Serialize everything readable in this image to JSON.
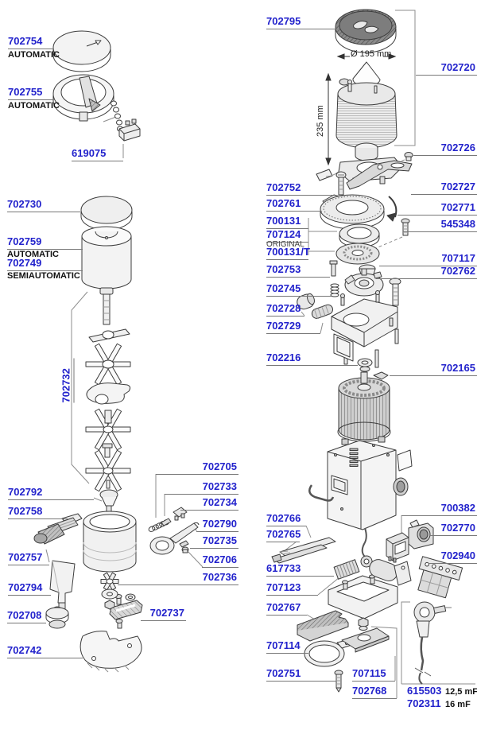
{
  "diagram": {
    "type": "exploded-parts-diagram",
    "subject": "coffee grinder spare parts"
  },
  "colors": {
    "label_blue": "#2222cc",
    "leader_gray": "#8c8c8c",
    "art_stroke": "#3c3c3c"
  },
  "dims": {
    "diameter": "Ø 195 mm",
    "height": "235 mm"
  },
  "labels": {
    "p702754": {
      "text": "702754",
      "note": "AUTOMATIC"
    },
    "p702755": {
      "text": "702755",
      "note": "AUTOMATIC"
    },
    "p619075": {
      "text": "619075"
    },
    "p702730": {
      "text": "702730"
    },
    "p702759": {
      "text": "702759",
      "note": "AUTOMATIC"
    },
    "p702749": {
      "text": "702749",
      "note": "SEMIAUTOMATIC"
    },
    "p702732": {
      "text": "702732"
    },
    "p702792": {
      "text": "702792"
    },
    "p702758": {
      "text": "702758"
    },
    "p702757": {
      "text": "702757"
    },
    "p702794": {
      "text": "702794"
    },
    "p702708": {
      "text": "702708"
    },
    "p702742": {
      "text": "702742"
    },
    "p702705": {
      "text": "702705"
    },
    "p702733": {
      "text": "702733"
    },
    "p702734": {
      "text": "702734"
    },
    "p702790": {
      "text": "702790"
    },
    "p702735": {
      "text": "702735"
    },
    "p702706": {
      "text": "702706"
    },
    "p702736": {
      "text": "702736"
    },
    "p702737": {
      "text": "702737"
    },
    "p702795": {
      "text": "702795"
    },
    "p702720": {
      "text": "702720"
    },
    "p702726": {
      "text": "702726"
    },
    "p702752": {
      "text": "702752"
    },
    "p702761": {
      "text": "702761"
    },
    "p702727": {
      "text": "702727"
    },
    "p702771": {
      "text": "702771"
    },
    "p700131": {
      "text": "700131"
    },
    "p707124": {
      "text": "707124",
      "note": "ORIGINAL"
    },
    "p700131T": {
      "text": "700131/T"
    },
    "p545348": {
      "text": "545348"
    },
    "p707117": {
      "text": "707117"
    },
    "p702753": {
      "text": "702753"
    },
    "p702762": {
      "text": "702762"
    },
    "p702745": {
      "text": "702745"
    },
    "p702728": {
      "text": "702728"
    },
    "p702729": {
      "text": "702729"
    },
    "p702216": {
      "text": "702216"
    },
    "p702165": {
      "text": "702165"
    },
    "p702766": {
      "text": "702766"
    },
    "p702765": {
      "text": "702765"
    },
    "p617733": {
      "text": "617733"
    },
    "p707123": {
      "text": "707123"
    },
    "p702767": {
      "text": "702767"
    },
    "p707114": {
      "text": "707114"
    },
    "p702751": {
      "text": "702751"
    },
    "p707115": {
      "text": "707115"
    },
    "p702768": {
      "text": "702768"
    },
    "p700382": {
      "text": "700382"
    },
    "p702770": {
      "text": "702770"
    },
    "p702940": {
      "text": "702940"
    },
    "p615503": {
      "text": "615503",
      "note": "12,5 mF"
    },
    "p702311": {
      "text": "702311",
      "note": "16 mF"
    }
  }
}
